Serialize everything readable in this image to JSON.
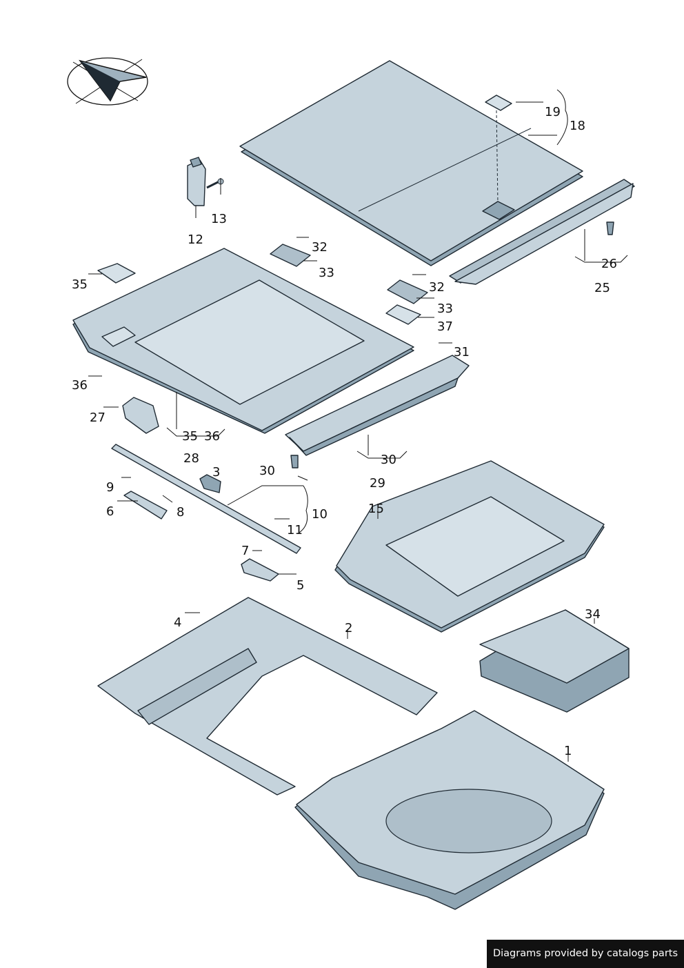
{
  "callouts": {
    "c19": "19",
    "c18": "18",
    "c13": "13",
    "c12": "12",
    "c32a": "32",
    "c33a": "33",
    "c32b": "32",
    "c33b": "33",
    "c37": "37",
    "c35a": "35",
    "c36a": "36",
    "c26": "26",
    "c25": "25",
    "c31": "31",
    "c27": "27",
    "c35b": "35",
    "c36b": "36",
    "c28": "28",
    "c30a": "30",
    "c30b": "30",
    "c29": "29",
    "c3": "3",
    "c9": "9",
    "c6": "6",
    "c8": "8",
    "c10": "10",
    "c11": "11",
    "c15": "15",
    "c7": "7",
    "c5": "5",
    "c4": "4",
    "c2": "2",
    "c34": "34",
    "c1": "1"
  },
  "credit": "Diagrams provided by catalogs parts",
  "colors": {
    "panel": "#c5d3dc",
    "panel_dark": "#8fa5b3",
    "line": "#1f2a33"
  },
  "icons": {
    "orientation": "direction-arrow-icon"
  }
}
